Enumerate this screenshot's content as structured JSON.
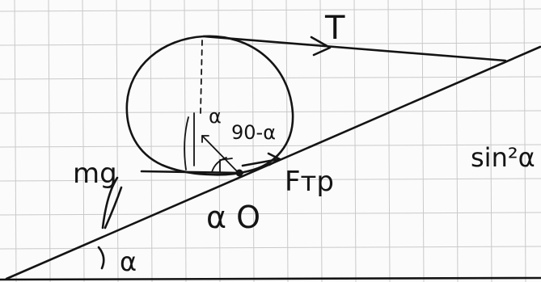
{
  "diagram": {
    "labels": {
      "tension": "T",
      "weight": "mg",
      "friction": "Fтр",
      "angle_at_base": "α",
      "center_symbol": "α O",
      "angle_at_vertical": "α",
      "complement_angle": "90-α",
      "note_right": "sin²α"
    },
    "colors": {
      "ink": "#141414",
      "grid": "#c9c9c9",
      "paper": "#fbfbfb"
    }
  }
}
